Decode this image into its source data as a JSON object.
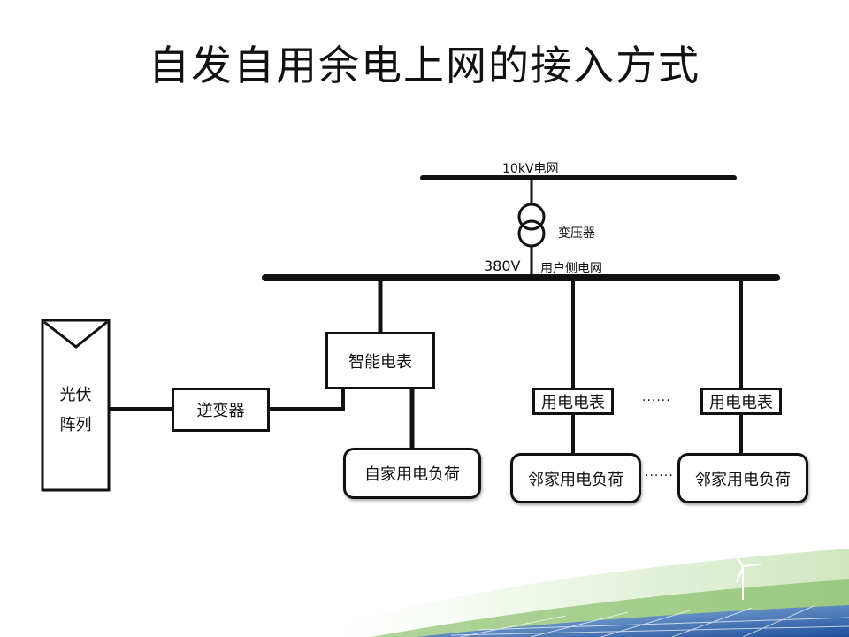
{
  "title": "自发自用余电上网的接入方式",
  "diagram": {
    "grid_10kv": "10kV电网",
    "transformer": "变压器",
    "voltage_380": "380V",
    "user_grid": "用户侧电网",
    "pv_line1": "光伏",
    "pv_line2": "阵列",
    "inverter": "逆变器",
    "smart_meter": "智能电表",
    "meter_1": "用电电表",
    "meter_2": "用电电表",
    "own_load": "自家用电负荷",
    "neighbor_load_1": "邻家用电负荷",
    "neighbor_load_2": "邻家用电负荷",
    "ellipsis_meters": "······",
    "ellipsis_loads": "······"
  }
}
